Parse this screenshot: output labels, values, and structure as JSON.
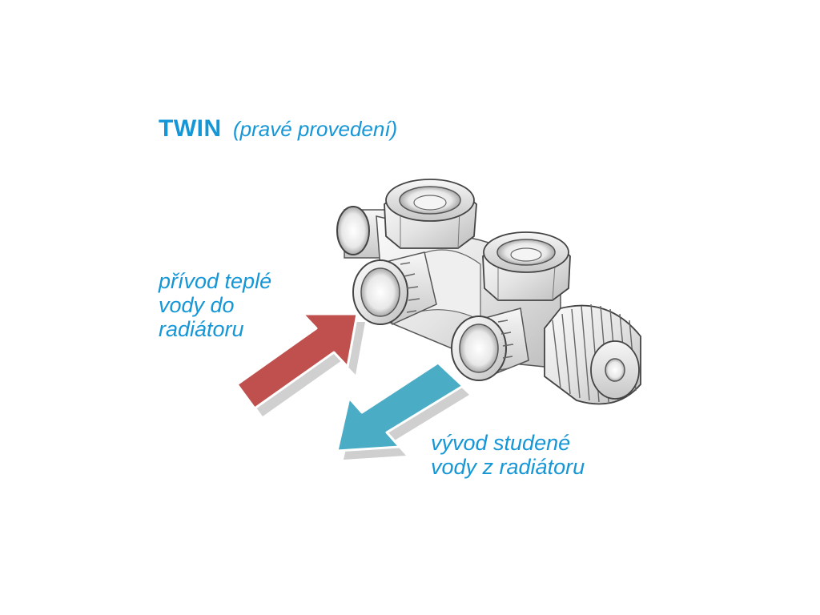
{
  "title": {
    "main": "TWIN",
    "sub": "(pravé provedení)"
  },
  "inlet_label": {
    "lines": [
      "přívod teplé",
      "vody do",
      "radiátoru"
    ]
  },
  "outlet_label": {
    "lines": [
      "vývod studené",
      "vody z radiátoru"
    ]
  },
  "colors": {
    "text": "#1596d6",
    "inlet_arrow": "#c0504d",
    "outlet_arrow": "#4bacc6",
    "metal": "#e6e6e6"
  }
}
